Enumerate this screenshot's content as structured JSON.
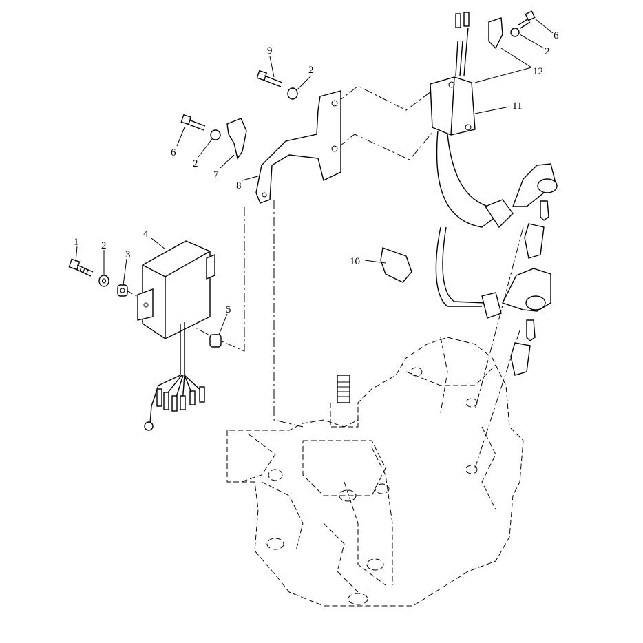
{
  "callouts": [
    {
      "id": "c1",
      "text": "1"
    },
    {
      "id": "c2a",
      "text": "2"
    },
    {
      "id": "c3",
      "text": "3"
    },
    {
      "id": "c4",
      "text": "4"
    },
    {
      "id": "c5",
      "text": "5"
    },
    {
      "id": "c6a",
      "text": "6"
    },
    {
      "id": "c2b",
      "text": "2"
    },
    {
      "id": "c7",
      "text": "7"
    },
    {
      "id": "c8",
      "text": "8"
    },
    {
      "id": "c9",
      "text": "9"
    },
    {
      "id": "c2c",
      "text": "2"
    },
    {
      "id": "c10",
      "text": "10"
    },
    {
      "id": "c11",
      "text": "11"
    },
    {
      "id": "c12",
      "text": "12"
    },
    {
      "id": "c2d",
      "text": "2"
    },
    {
      "id": "c6b",
      "text": "6"
    }
  ]
}
